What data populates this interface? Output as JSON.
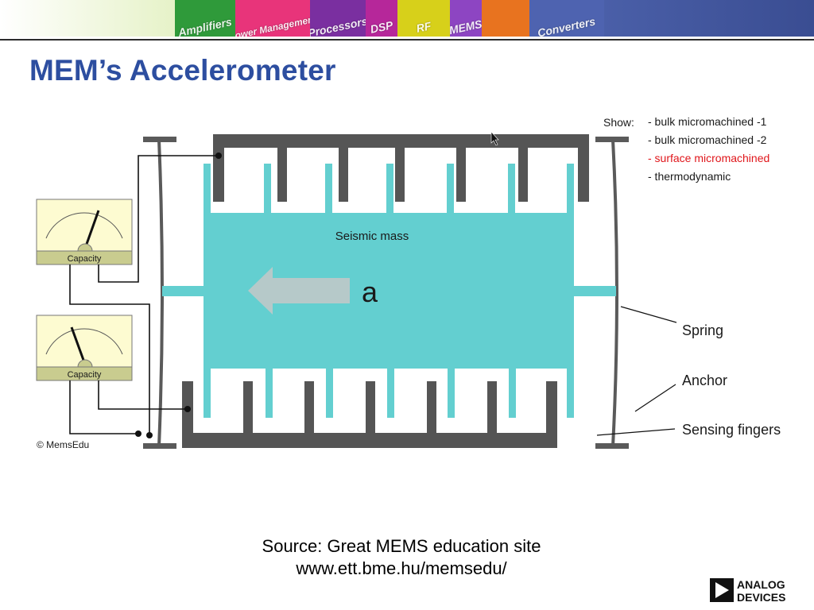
{
  "banner": {
    "tiles": [
      {
        "label": "Amplifiers",
        "color": "#2f9a3a"
      },
      {
        "label": "Power Management",
        "color": "#e8347a"
      },
      {
        "label": "Processors",
        "color": "#7a2fa0"
      },
      {
        "label": "DSP",
        "color": "#b6279a"
      },
      {
        "label": "RF",
        "color": "#d7d01a"
      },
      {
        "label": "MEMS",
        "color": "#8d45c2"
      },
      {
        "label": "",
        "color": "#e8731f"
      },
      {
        "label": "Converters",
        "color": "#4e63b0"
      }
    ]
  },
  "slide": {
    "title": "MEM’s Accelerometer"
  },
  "diagram": {
    "show_label": "Show:",
    "options": [
      {
        "label": "- bulk micromachined -1",
        "active": false
      },
      {
        "label": "- bulk micromachined -2",
        "active": false
      },
      {
        "label": "- surface micromachined",
        "active": true
      },
      {
        "label": "- thermodynamic",
        "active": false
      }
    ],
    "mass_label": "Seismic mass",
    "accel_label": "a",
    "labels": {
      "spring": "Spring",
      "anchor": "Anchor",
      "sensing": "Sensing fingers"
    },
    "gauge_label": "Capacity",
    "copyright": "© MemsEdu",
    "colors": {
      "mass": "#63cfd0",
      "frame": "#555555",
      "gauge_face": "#fdfbd1",
      "gauge_band": "#c9cc8f",
      "arrow": "#b6c9c9",
      "active_option": "#e0161b"
    }
  },
  "source": {
    "line1": "Source: Great MEMS education site",
    "line2": "www.ett.bme.hu/memsedu/"
  },
  "logo": {
    "line1": "ANALOG",
    "line2": "DEVICES"
  }
}
